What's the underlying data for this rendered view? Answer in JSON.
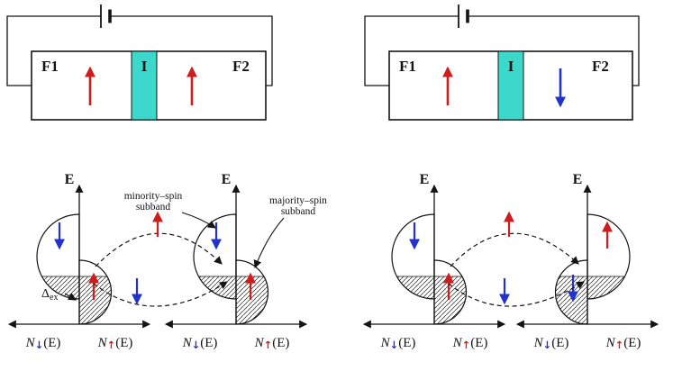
{
  "colors": {
    "spin_up": "#cf1c1c",
    "spin_down": "#2233cc",
    "barrier": "#3cd8cc"
  },
  "circuit_parallel": {
    "f1": "F1",
    "barrier": "I",
    "f2": "F2"
  },
  "circuit_antiparallel": {
    "f1": "F1",
    "barrier": "I",
    "f2": "F2"
  },
  "labels": {
    "energy": "E",
    "minority_line1": "minority–spin",
    "minority_line2": "subband",
    "majority_line1": "majority–spin",
    "majority_line2": "subband",
    "delta": "Δ",
    "delta_sub": "ex",
    "n": "N",
    "down": "↓",
    "up": "↑",
    "e_paren": "(E)"
  }
}
